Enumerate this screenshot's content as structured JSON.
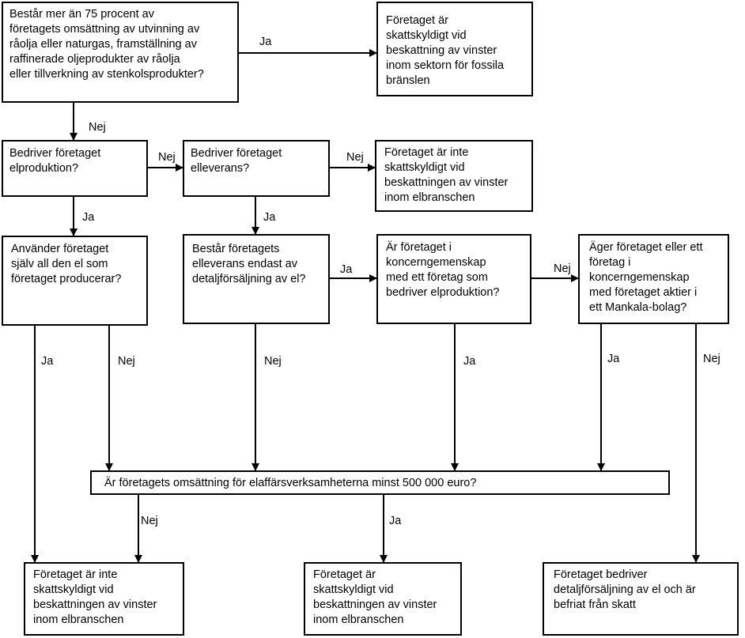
{
  "boxes": {
    "q_fossil": "Består mer än 75 procent av\nföretagets omsättning av utvinning av\nråolja eller naturgas, framställning av\nraffinerade oljeprodukter av råolja\neller tillverkning av stenkolsprodukter?",
    "r_fossil_taxable": "Företaget är\nskattskyldigt vid\nbeskattning av vinster\ninom sektorn för fossila\nbränslen",
    "q_elproduction": "Bedriver företaget\nelproduktion?",
    "q_elleverans": "Bedriver företaget\nelleverans?",
    "r_not_taxable_top": "Företaget är inte\nskattskyldigt vid\nbeskattningen av vinster\ninom elbranschen",
    "q_self_use": "Använder företaget\nsjälv all den el som\nföretaget producerar?",
    "q_retail_only": "Består företagets\nelleverans endast av\ndetaljförsäljning av el?",
    "q_group": "Är företaget i\nkoncerngemenskap\nmed ett företag som\nbedriver elproduktion?",
    "q_mankala": "Äger företaget eller ett\nföretag i\nkoncerngemenskap\nmed företaget aktier i\nett Mankala-bolag?",
    "q_turnover": "Är företagets omsättning för elaffärsverksamheterna minst 500 000 euro?",
    "r_not_taxable_bottom": "Företaget är inte\nskattskyldigt vid\nbeskattningen av vinster\ninom elbranschen",
    "r_taxable_bottom": "Företaget är\nskattskyldigt vid\nbeskattningen av vinster\ninom elbranschen",
    "r_retail_exempt": "Företaget bedriver\ndetaljförsäljning av el och är\nbefriat från skatt"
  },
  "labels": {
    "yes": "Ja",
    "no": "Nej"
  }
}
